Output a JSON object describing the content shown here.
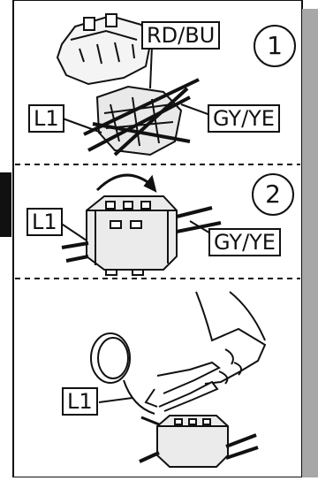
{
  "panels": [
    {
      "step_number": "1",
      "labels": {
        "conductor_pair": "RD/BU",
        "conductor_phase": "L1",
        "conductor_earth": "GY/YE"
      }
    },
    {
      "step_number": "2",
      "labels": {
        "conductor_phase": "L1",
        "conductor_earth": "GY/YE"
      }
    },
    {
      "labels": {
        "conductor_phase": "L1"
      }
    }
  ]
}
